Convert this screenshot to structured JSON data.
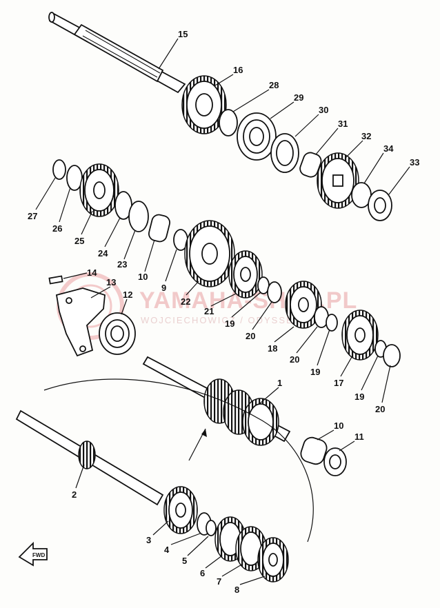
{
  "watermark": {
    "brand": "YAMAHA-SHOP.PL",
    "sub": "WOJCIECHOWICZ / ODYSSEY"
  },
  "fwd_label": "FWD",
  "callouts": [
    {
      "id": "c15",
      "label": "15"
    },
    {
      "id": "c16",
      "label": "16"
    },
    {
      "id": "c28",
      "label": "28"
    },
    {
      "id": "c29",
      "label": "29"
    },
    {
      "id": "c30",
      "label": "30"
    },
    {
      "id": "c31",
      "label": "31"
    },
    {
      "id": "c32",
      "label": "32"
    },
    {
      "id": "c34",
      "label": "34"
    },
    {
      "id": "c33",
      "label": "33"
    },
    {
      "id": "c27",
      "label": "27"
    },
    {
      "id": "c26",
      "label": "26"
    },
    {
      "id": "c25",
      "label": "25"
    },
    {
      "id": "c24",
      "label": "24"
    },
    {
      "id": "c23",
      "label": "23"
    },
    {
      "id": "c10a",
      "label": "10"
    },
    {
      "id": "c9",
      "label": "9"
    },
    {
      "id": "c22",
      "label": "22"
    },
    {
      "id": "c21",
      "label": "21"
    },
    {
      "id": "c19a",
      "label": "19"
    },
    {
      "id": "c20a",
      "label": "20"
    },
    {
      "id": "c18",
      "label": "18"
    },
    {
      "id": "c20b",
      "label": "20"
    },
    {
      "id": "c19b",
      "label": "19"
    },
    {
      "id": "c17",
      "label": "17"
    },
    {
      "id": "c19c",
      "label": "19"
    },
    {
      "id": "c20c",
      "label": "20"
    },
    {
      "id": "c14",
      "label": "14"
    },
    {
      "id": "c13",
      "label": "13"
    },
    {
      "id": "c12",
      "label": "12"
    },
    {
      "id": "c1",
      "label": "1"
    },
    {
      "id": "c10b",
      "label": "10"
    },
    {
      "id": "c11",
      "label": "11"
    },
    {
      "id": "c2",
      "label": "2"
    },
    {
      "id": "c3",
      "label": "3"
    },
    {
      "id": "c4",
      "label": "4"
    },
    {
      "id": "c5",
      "label": "5"
    },
    {
      "id": "c6",
      "label": "6"
    },
    {
      "id": "c7",
      "label": "7"
    },
    {
      "id": "c8",
      "label": "8"
    }
  ]
}
